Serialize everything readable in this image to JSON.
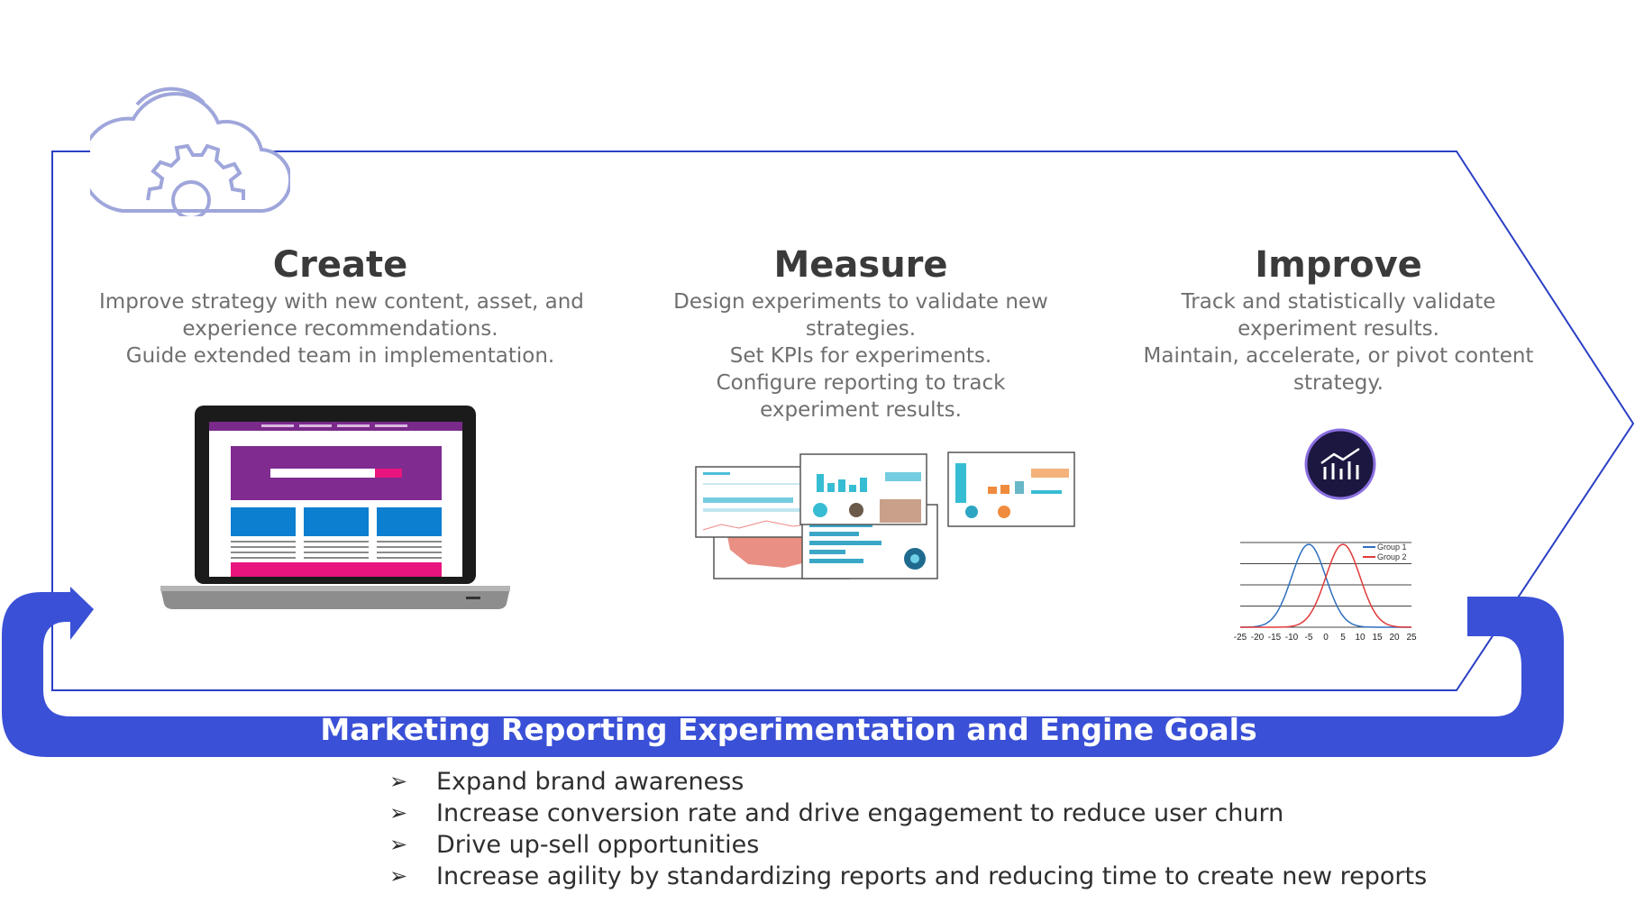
{
  "columns": [
    {
      "title": "Create",
      "lines": [
        "Improve strategy with new content, asset, and",
        "experience recommendations.",
        "Guide extended team in implementation."
      ]
    },
    {
      "title": "Measure",
      "lines": [
        "Design experiments to validate new",
        "strategies.",
        "Set KPIs for experiments.",
        "Configure reporting to track",
        "experiment results."
      ]
    },
    {
      "title": "Improve",
      "lines": [
        "Track and statistically validate",
        "experiment results.",
        "Maintain, accelerate, or pivot content",
        "strategy."
      ]
    }
  ],
  "band_title": "Marketing Reporting Experimentation and Engine Goals",
  "goals": {
    "bullet": "➢",
    "items": [
      "Expand brand awareness",
      "Increase conversion rate and drive engagement to reduce user churn",
      "Drive up-sell opportunities",
      "Increase agility by standardizing reports and reducing time to create new reports"
    ]
  },
  "icons": {
    "cloud": "cloud-gear-icon",
    "laptop": "laptop-website-icon",
    "dashboards": "dashboard-thumbnails-icon",
    "analytics": "analytics-chart-icon"
  },
  "colors": {
    "arrow_outline": "#2b3fc4",
    "band": "#3a50d6",
    "cloud": "#9fa6db",
    "group1": "#2e6fbf",
    "group2": "#e23a3a"
  },
  "chart_data": {
    "type": "line",
    "x": [
      -25,
      -20,
      -15,
      -10,
      -5,
      0,
      5,
      10,
      15,
      20,
      25
    ],
    "tick_labels": [
      "-25",
      "-20",
      "-15",
      "-10",
      "-5",
      "0",
      "5",
      "10",
      "15",
      "20",
      "25"
    ],
    "series": [
      {
        "name": "Group 1",
        "mean": -5,
        "sd": 5
      },
      {
        "name": "Group 2",
        "mean": 5,
        "sd": 5
      }
    ],
    "xlim": [
      -25,
      25
    ],
    "grid": true,
    "legend": "top-right"
  }
}
